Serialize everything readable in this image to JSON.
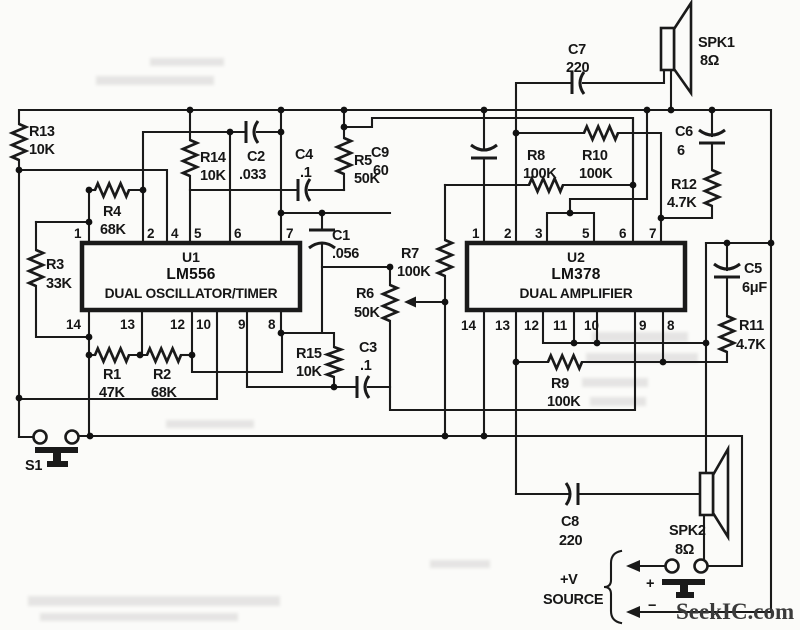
{
  "watermark": {
    "text": "SeekIC.com"
  },
  "power": {
    "line1": "+V",
    "line2": "SOURCE",
    "plus": "+",
    "minus": "−"
  },
  "components": {
    "u1": {
      "ref": "U1",
      "part": "LM556",
      "desc": "DUAL OSCILLATOR/TIMER",
      "pins_top": [
        "1",
        "2",
        "4",
        "5",
        "6",
        "7"
      ],
      "pins_bottom": [
        "14",
        "13",
        "12",
        "10",
        "9",
        "8"
      ]
    },
    "u2": {
      "ref": "U2",
      "part": "LM378",
      "desc": "DUAL AMPLIFIER",
      "pins_top": [
        "1",
        "2",
        "3",
        "5",
        "6",
        "7"
      ],
      "pins_bottom": [
        "14",
        "13",
        "12",
        "11",
        "10",
        "9",
        "8"
      ]
    },
    "r1": {
      "ref": "R1",
      "value": "47K"
    },
    "r2": {
      "ref": "R2",
      "value": "68K"
    },
    "r3": {
      "ref": "R3",
      "value": "33K"
    },
    "r4": {
      "ref": "R4",
      "value": "68K"
    },
    "r5": {
      "ref": "R5",
      "value": "50K"
    },
    "r6": {
      "ref": "R6",
      "value": "50K"
    },
    "r7": {
      "ref": "R7",
      "value": "100K"
    },
    "r8": {
      "ref": "R8",
      "value": "100K"
    },
    "r9": {
      "ref": "R9",
      "value": "100K"
    },
    "r10": {
      "ref": "R10",
      "value": "100K"
    },
    "r11": {
      "ref": "R11",
      "value": "4.7K"
    },
    "r12": {
      "ref": "R12",
      "value": "4.7K"
    },
    "r13": {
      "ref": "R13",
      "value": "10K"
    },
    "r14": {
      "ref": "R14",
      "value": "10K"
    },
    "r15": {
      "ref": "R15",
      "value": "10K"
    },
    "c1": {
      "ref": "C1",
      "value": ".056"
    },
    "c2": {
      "ref": "C2",
      "value": ".033"
    },
    "c3": {
      "ref": "C3",
      "value": ".1"
    },
    "c4": {
      "ref": "C4",
      "value": ".1"
    },
    "c5": {
      "ref": "C5",
      "value": "6μF"
    },
    "c6": {
      "ref": "C6",
      "value": "6"
    },
    "c7": {
      "ref": "C7",
      "value": "220"
    },
    "c8": {
      "ref": "C8",
      "value": "220"
    },
    "c9": {
      "ref": "C9",
      "value": "60"
    },
    "spk1": {
      "ref": "SPK1",
      "value": "8Ω"
    },
    "spk2": {
      "ref": "SPK2",
      "value": "8Ω"
    },
    "s1": {
      "ref": "S1"
    }
  },
  "colors": {
    "ink": "#1a1a1a",
    "paper": "#fbfbf9",
    "watermark": "#3a3a3a"
  }
}
